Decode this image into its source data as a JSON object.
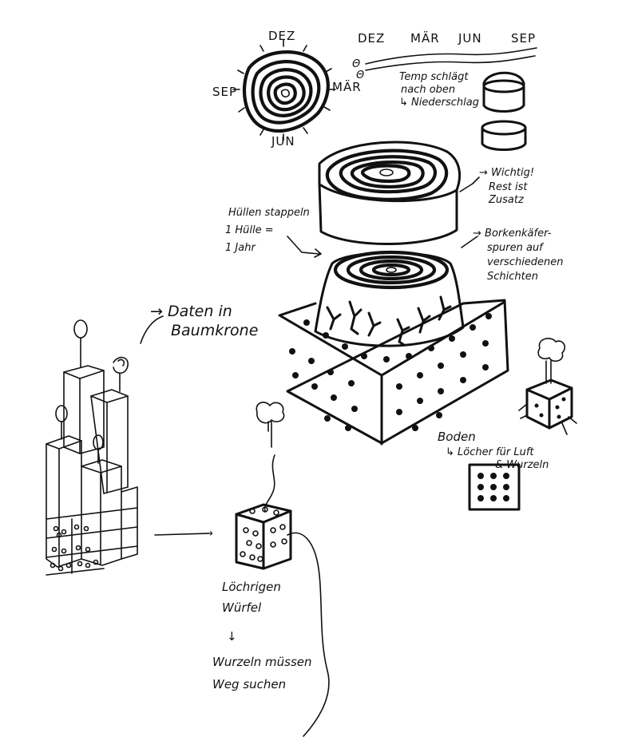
{
  "ring_months": {
    "top": "DEZ",
    "left": "SEP",
    "right": "MÄR",
    "bottom": "JUN"
  },
  "timeline_months": [
    "DEZ",
    "MÄR",
    "JUN",
    "SEP"
  ],
  "timeline_markers": [
    "Θ",
    "Θ"
  ],
  "temp_note": [
    "Temp schlägt",
    "nach oben",
    "↳ Niederschlag"
  ],
  "important_note": [
    "→ Wichtig!",
    "Rest ist",
    "Zusatz"
  ],
  "layers_note": [
    "Hüllen stappeln",
    "1 Hülle =",
    "1 Jahr"
  ],
  "beetle_note": [
    "→ Borkenkäfer-",
    "spuren auf",
    "verschiedenen",
    "Schichten"
  ],
  "data_note": [
    "→ Daten in",
    "Baumkrone"
  ],
  "soil_note": [
    "Boden",
    "↳ Löcher für Luft",
    "& Wurzeln"
  ],
  "cube_note": [
    "Löchrigen",
    "Würfel",
    "↓",
    "Wurzeln müssen",
    "Weg suchen"
  ],
  "arrow_label": "→"
}
